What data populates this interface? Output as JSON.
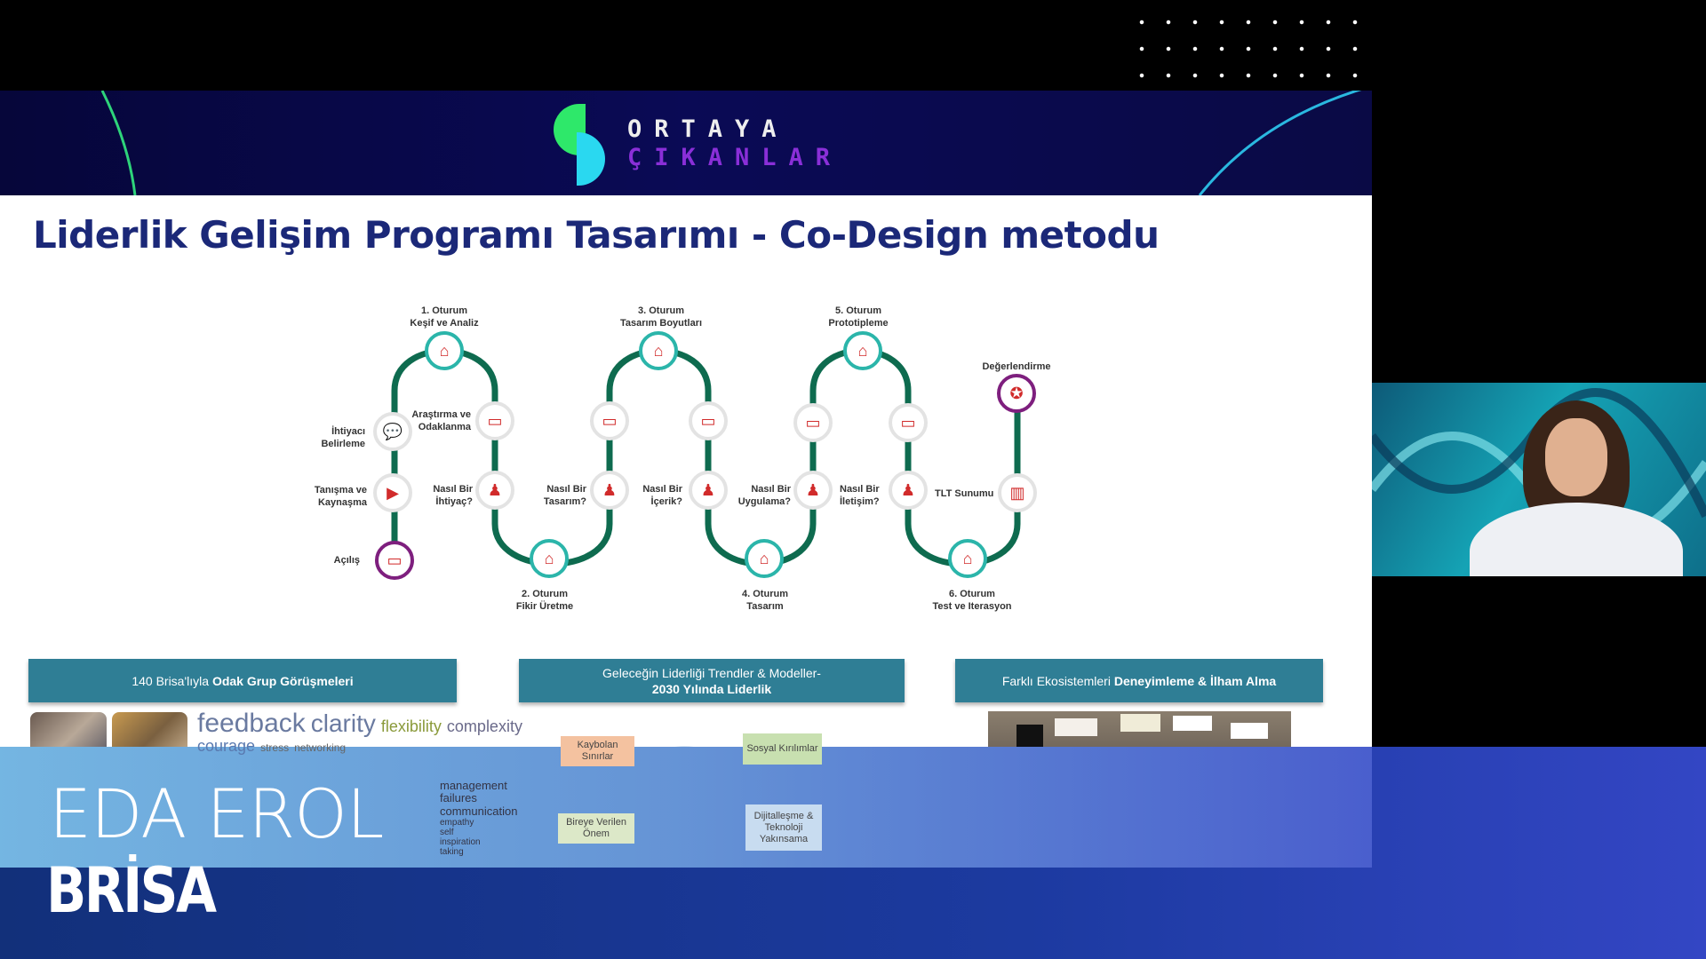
{
  "header": {
    "logo_line1": "ORTAYA",
    "logo_line2": "ÇIKANLAR"
  },
  "slide": {
    "title": "Liderlik Gelişim Programı Tasarımı - Co-Design metodu",
    "diagram": {
      "sessions": [
        {
          "num": "1.  Oturum",
          "name": "Keşif ve Analiz"
        },
        {
          "num": "2. Oturum",
          "name": "Fikir Üretme"
        },
        {
          "num": "3. Oturum",
          "name": "Tasarım Boyutları"
        },
        {
          "num": "4. Oturum",
          "name": "Tasarım"
        },
        {
          "num": "5. Oturum",
          "name": "Prototipleme"
        },
        {
          "num": "6. Oturum",
          "name": "Test ve Iterasyon"
        }
      ],
      "steps": {
        "acilis": "Açılış",
        "tanisma": "Tanışma ve Kaynaşma",
        "ihtiyaci": "İhtiyacı Belirleme",
        "arastirma": "Araştırma ve Odaklanma",
        "q1": "Nasıl Bir İhtiyaç?",
        "q2": "Nasıl Bir Tasarım?",
        "q3": "Nasıl Bir İçerik?",
        "q4": "Nasıl Bir Uygulama?",
        "q5": "Nasıl Bir İletişim?",
        "tlt": "TLT Sunumu",
        "degerlendirme": "Değerlendirme"
      }
    },
    "panels": [
      {
        "text": "140 Brisa'lıyla ",
        "bold": "Odak Grup Görüşmeleri"
      },
      {
        "text": "Geleceğin Liderliği Trendler  & Modeller-",
        "bold": "2030 Yılında Liderlik"
      },
      {
        "text": "Farklı Ekosistemleri ",
        "bold": "Deneyimleme & İlham Alma"
      }
    ],
    "wordcloud": [
      "flexibility",
      "feedback",
      "clarity",
      "courage",
      "complexity",
      "networking",
      "empathy",
      "self",
      "management",
      "failures",
      "communication",
      "inspiration",
      "taking",
      "stress"
    ],
    "trends": [
      "Kaybolan Sınırlar",
      "Sosyal Kırılımlar",
      "Bireye Verilen Önem",
      "Dijitalleşme & Teknoloji Yakınsama"
    ]
  },
  "lower_third": {
    "name": "EDA EROL",
    "company": "BRİSA"
  },
  "colors": {
    "path": "#0e6b4f",
    "teal": "#2bb5aa",
    "purple": "#7e1f7e",
    "panel": "#2f7e95",
    "title": "#1b2878"
  }
}
